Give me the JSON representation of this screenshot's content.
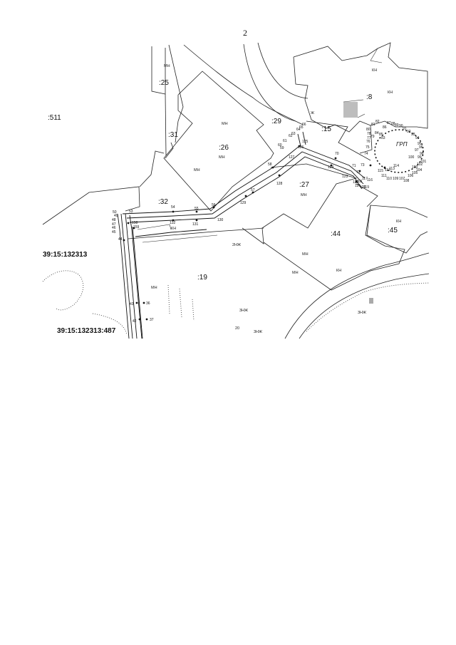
{
  "page_number": "2",
  "parcels": {
    "p511": ":511",
    "p25": ":25",
    "p31": ":31",
    "p26": ":26",
    "p29": ":29",
    "p8": ":8",
    "p15": ":15",
    "p27": ":27",
    "p32": ":32",
    "p44": ":44",
    "p45": ":45",
    "p19": ":19"
  },
  "cadastral_block": "39:15:132313",
  "cadastral_parcel": "39:15:132313:487",
  "grp_label": "ГРП",
  "building_marks": {
    "kn": "КН",
    "mn": "МН",
    "2nzh": "2НЖ",
    "3nzh": "3НЖ",
    "zh": "Ж",
    "num20": "20"
  },
  "point_numbers": {
    "left": [
      "50",
      "49",
      "48",
      "47",
      "46",
      "45",
      "44",
      "43",
      "42",
      "53",
      "54",
      "55",
      "56",
      "57",
      "58",
      "59",
      "60",
      "61",
      "62",
      "63",
      "64",
      "65",
      "66",
      "158",
      "159",
      "132",
      "131",
      "130",
      "129",
      "128",
      "127",
      "126",
      "125",
      "124",
      "123",
      "122",
      "121",
      "120",
      "119",
      "36",
      "37"
    ],
    "right": [
      "70",
      "71",
      "72",
      "73",
      "74",
      "75",
      "76",
      "77",
      "78",
      "79",
      "80",
      "81",
      "82",
      "83",
      "84",
      "85",
      "86",
      "87",
      "88",
      "89",
      "90",
      "91",
      "92",
      "93",
      "94",
      "95",
      "96",
      "97",
      "98",
      "99",
      "100",
      "101",
      "102",
      "103",
      "104",
      "105",
      "106",
      "107",
      "108",
      "109",
      "110",
      "111",
      "112",
      "113",
      "114",
      "115",
      "116",
      "117",
      "118"
    ]
  }
}
